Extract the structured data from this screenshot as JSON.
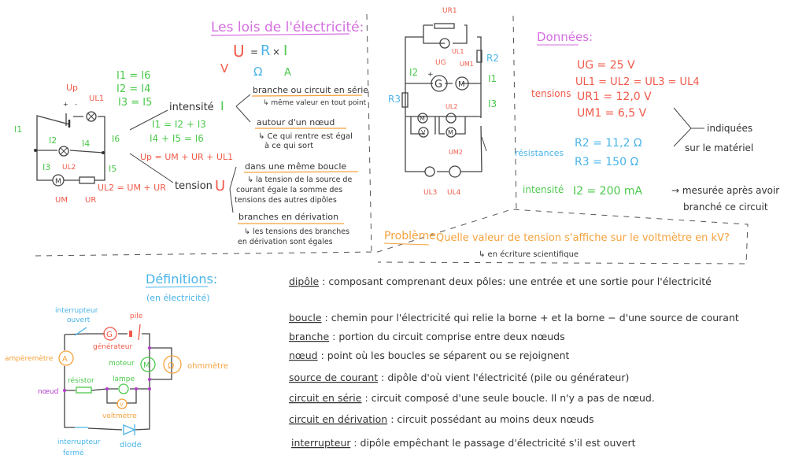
{
  "laws": {
    "title": "Les lois de l'électricité:",
    "ohm": {
      "U": "U",
      "eq": "=",
      "R": "R",
      "x": "×",
      "I": "I",
      "R_unit": "Ω",
      "I_unit": "A",
      "U_unit": "V"
    },
    "intensity_label": "intensité",
    "intensity_symbol": "I",
    "tension_label": "tension",
    "tension_symbol": "U",
    "serie_title": "branche ou circuit en série",
    "serie_text": "↳ même valeur en tout point",
    "noeud_title": "autour d'un nœud",
    "noeud_text1": "↳ Ce qui rentre est égal",
    "noeud_text2": "à ce qui sort",
    "boucle_title": "dans une même boucle",
    "boucle_text1": "↳ la tension de la source de",
    "boucle_text2": "courant égale la somme des",
    "boucle_text3": "tensions des autres dipôles",
    "derivation_title": "branches en dérivation",
    "derivation_text1": "↳ les tensions des branches",
    "derivation_text2": "en dérivation sont égales",
    "current_eqs": [
      "I1 = I6",
      "I2 = I4",
      "I3 = I5"
    ],
    "node_eqs": [
      "I1 = I2 + I3",
      "I4 + I5 = I6"
    ],
    "tension_eqs": [
      "Up = UM + UR + UL1",
      "UL2 = UM + UR"
    ],
    "circuit_labels": {
      "Up": "Up",
      "UL1": "UL1",
      "UL2": "UL2",
      "UM": "UM",
      "UR": "UR",
      "I1": "I1",
      "I2": "I2",
      "I3": "I3",
      "I4": "I4",
      "I5": "I5",
      "I6": "I6",
      "plus": "+",
      "minus": "-",
      "motor": "M"
    }
  },
  "problem_circuit": {
    "UR1": "UR1",
    "UL1": "UL1",
    "UG": "UG",
    "UM1": "UM1",
    "R2": "R2",
    "R3": "R3",
    "I1": "I1",
    "I2": "I2",
    "I3": "I3",
    "UL2": "UL2",
    "UM2": "UM2",
    "UL3": "UL3",
    "UL4": "UL4",
    "G": "G",
    "M": "M",
    "V": "V",
    "plus": "+"
  },
  "donnees": {
    "title": "Données:",
    "tensions_label": "tensions",
    "tensions": [
      "UG = 25 V",
      "UL1 = UL2 = UL3 = UL4",
      "UR1 = 12,0 V",
      "UM1 = 6,5 V"
    ],
    "resistances_label": "résistances",
    "resistances": [
      "R2 = 11,2 Ω",
      "R3 = 150 Ω"
    ],
    "intensite_label": "intensité",
    "intensite": "I2 = 200 mA",
    "note_indiquees1": "indiquées",
    "note_indiquees2": "sur le matériel",
    "note_mesuree1": "→ mesurée après avoir",
    "note_mesuree2": "branché ce circuit"
  },
  "probleme": {
    "label": "Problème:",
    "question": "Quelle valeur de tension s'affiche sur le voltmètre en kV?",
    "hint": "↳ en écriture scientifique"
  },
  "definitions": {
    "title": "Définitions:",
    "subtitle": "(en électricité)",
    "components": {
      "interrupteur_ouvert": [
        "interrupteur",
        "ouvert"
      ],
      "generateur": "générateur",
      "pile": "pile",
      "amperemetre": "ampèremètre",
      "moteur": "moteur",
      "ohmmetre": "ohmmètre",
      "resistor": "résistor",
      "lampe": "lampe",
      "noeud": "nœud",
      "voltmetre": "voltmètre",
      "interrupteur_ferme": [
        "interrupteur",
        "fermé"
      ],
      "diode": "diode",
      "G": "G",
      "A": "A",
      "M": "M",
      "V": "V",
      "ohm": "Ω",
      "plus": "+"
    },
    "terms": [
      {
        "term": "dipôle",
        "def": ": composant comprenant deux pôles: une entrée et une sortie pour l'électricité"
      },
      {
        "term": "boucle",
        "def": ": chemin pour l'électricité qui relie la borne + et la borne − d'une source de courant"
      },
      {
        "term": "branche",
        "def": ": portion du circuit comprise entre deux nœuds"
      },
      {
        "term": "nœud",
        "def": ": point où les boucles se séparent ou se rejoignent"
      },
      {
        "term": "source de courant",
        "def": ": dipôle d'où vient l'électricité (pile ou générateur)"
      },
      {
        "term": "circuit en série",
        "def": ": circuit composé d'une seule boucle. Il n'y a pas de nœud."
      },
      {
        "term": "circuit en dérivation",
        "def": ": circuit possédant au moins deux nœuds"
      },
      {
        "term": "interrupteur",
        "def": ": dipôle empêchant le passage d'électricité s'il est ouvert"
      }
    ]
  },
  "colors": {
    "green": "#4cc94c",
    "red": "#f05a4a",
    "blue": "#4ab4e8",
    "magenta": "#d46ee0",
    "orange": "#f5a23c",
    "purple": "#b03cc8"
  }
}
